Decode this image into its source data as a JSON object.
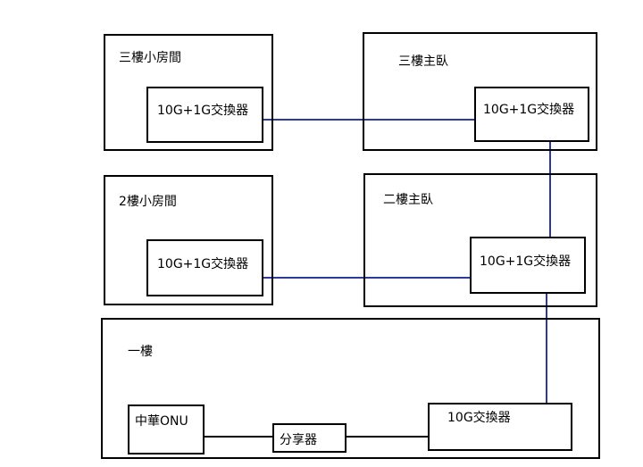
{
  "rooms": {
    "third_small": {
      "label": "三樓小房間"
    },
    "third_master": {
      "label": "三樓主臥"
    },
    "second_small": {
      "label": "2樓小房間"
    },
    "second_master": {
      "label": "二樓主臥"
    },
    "first_floor": {
      "label": "一樓"
    }
  },
  "devices": {
    "third_small_switch": "10G+1G交換器",
    "third_master_switch": "10G+1G交換器",
    "second_small_switch": "10G+1G交換器",
    "second_master_switch": "10G+1G交換器",
    "first_switch": "10G交換器",
    "onu": "中華ONU",
    "splitter": "分享器"
  },
  "colors": {
    "fiber": "#2b3a9b",
    "ethernet": "#000000"
  }
}
